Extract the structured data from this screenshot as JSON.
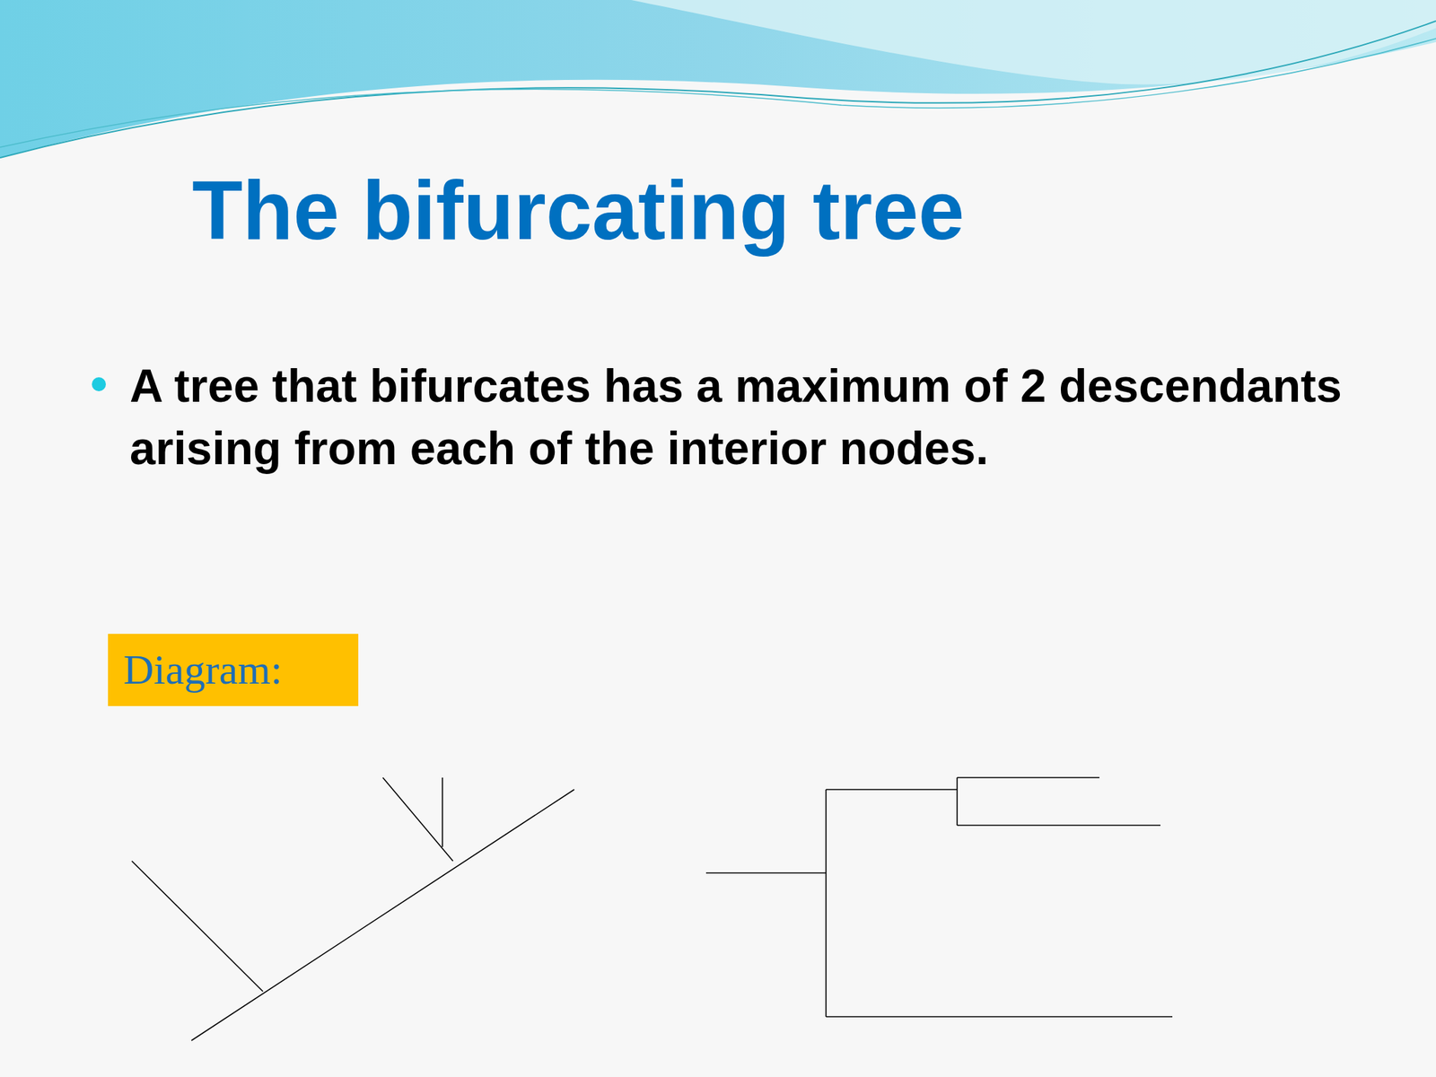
{
  "diagram": {
    "title": "The bifurcating tree",
    "nodes": [
      {
        "text": [
          "Diagram:"
        ]
      }
    ],
    "labels": [
      "A tree that bifurcates has a maximum of 2 descendants arising from each of the interior nodes."
    ]
  }
}
